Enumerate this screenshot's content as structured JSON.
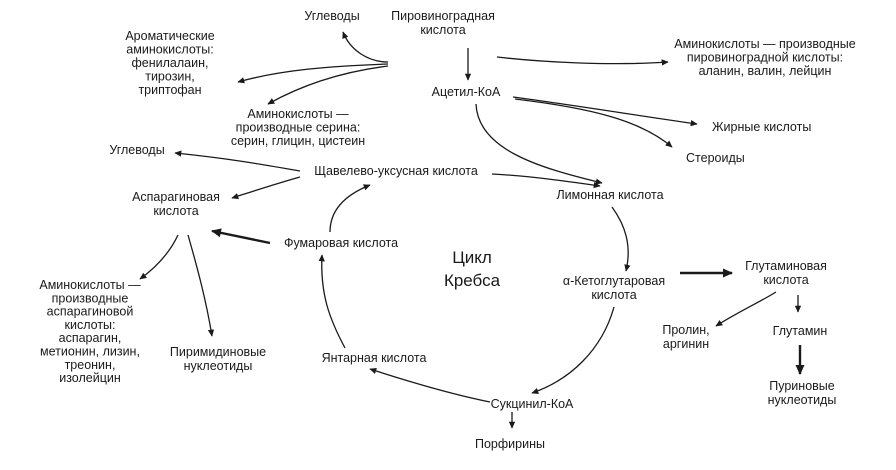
{
  "diagram": {
    "center": [
      "Цикл",
      "Кребса"
    ],
    "nodes": {
      "pyruvate": [
        "Пировиноградная",
        "кислота"
      ],
      "carbs_top": [
        "Углеводы"
      ],
      "aromatic": [
        "Ароматические",
        "аминокислоты:",
        "фенилалаин,",
        "тирозин,",
        "триптофан"
      ],
      "aa_pyruvate": [
        "Аминокислоты — производные",
        "пировиноградной кислоты:",
        "аланин, валин, лейцин"
      ],
      "acetyl_coa": [
        "Ацетил-КоА"
      ],
      "aa_serine": [
        "Аминокислоты —",
        "производные серина:",
        "серин, глицин, цистеин"
      ],
      "fatty_acids": [
        "Жирные кислоты"
      ],
      "carbs_left": [
        "Углеводы"
      ],
      "steroids": [
        "Стероиды"
      ],
      "oxaloacetate": [
        "Щавелево-уксусная кислота"
      ],
      "aspartate": [
        "Аспарагиновая",
        "кислота"
      ],
      "citrate": [
        "Лимонная кислота"
      ],
      "fumarate": [
        "Фумаровая кислота"
      ],
      "alpha_kg": [
        "α-Кетоглутаровая",
        "кислота"
      ],
      "glutamate": [
        "Глутаминовая",
        "кислота"
      ],
      "aa_aspartate": [
        "Аминокислоты —",
        "производные",
        "аспарагиновой",
        "кислоты:",
        "аспарагин,",
        "метионин, лизин,",
        "треонин,",
        "изолейцин"
      ],
      "pyrimidines": [
        "Пиримидиновые",
        "нуклеотиды"
      ],
      "proline": [
        "Пролин,",
        "аргинин"
      ],
      "glutamine": [
        "Глутамин"
      ],
      "succinate": [
        "Янтарная кислота"
      ],
      "purines": [
        "Пуриновые",
        "нуклеотиды"
      ],
      "succinyl_coa": [
        "Сукцинил-КоА"
      ],
      "porphyrins": [
        "Порфирины"
      ]
    }
  }
}
